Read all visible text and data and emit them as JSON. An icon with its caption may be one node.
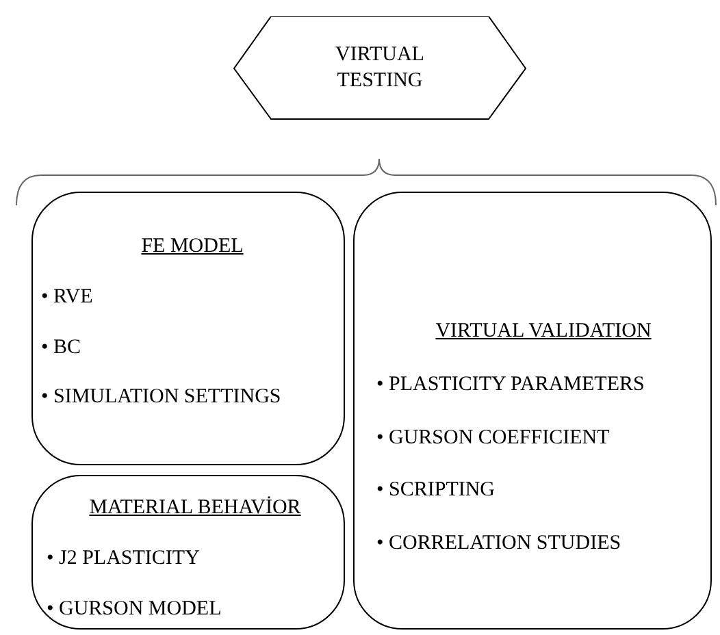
{
  "diagram": {
    "nodes": [
      {
        "text": [
          "VIRTUAL TESTING"
        ]
      },
      {
        "text": [
          "FE MODEL",
          "• RVE",
          "• BC",
          "• SIMULATION SETTINGS"
        ]
      },
      {
        "text": [
          "MATERIAL BEHAVİOR",
          "• J2 PLASTICITY",
          "• GURSON MODEL"
        ]
      },
      {
        "text": [
          "VIRTUAL VALIDATION",
          "• PLASTICITY PARAMETERS",
          "• GURSON COEFFICIENT",
          "• SCRIPTING",
          "• CORRELATION STUDIES"
        ]
      }
    ]
  }
}
